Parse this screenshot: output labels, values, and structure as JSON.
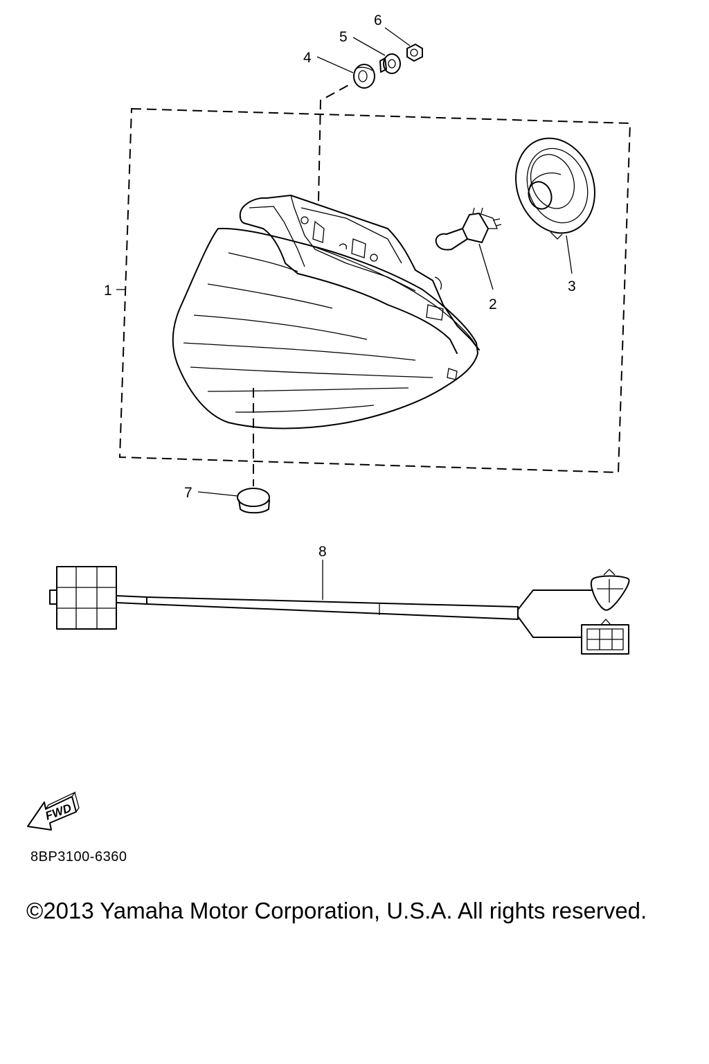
{
  "callouts": {
    "c1": "1",
    "c2": "2",
    "c3": "3",
    "c4": "4",
    "c5": "5",
    "c6": "6",
    "c7": "7",
    "c8": "8"
  },
  "fwd_label": "FWD",
  "part_code": "8BP3100-6360",
  "copyright": "©2013 Yamaha Motor Corporation, U.S.A. All rights reserved.",
  "icons": {
    "fwd_arrow": "fwd-arrow-icon"
  }
}
